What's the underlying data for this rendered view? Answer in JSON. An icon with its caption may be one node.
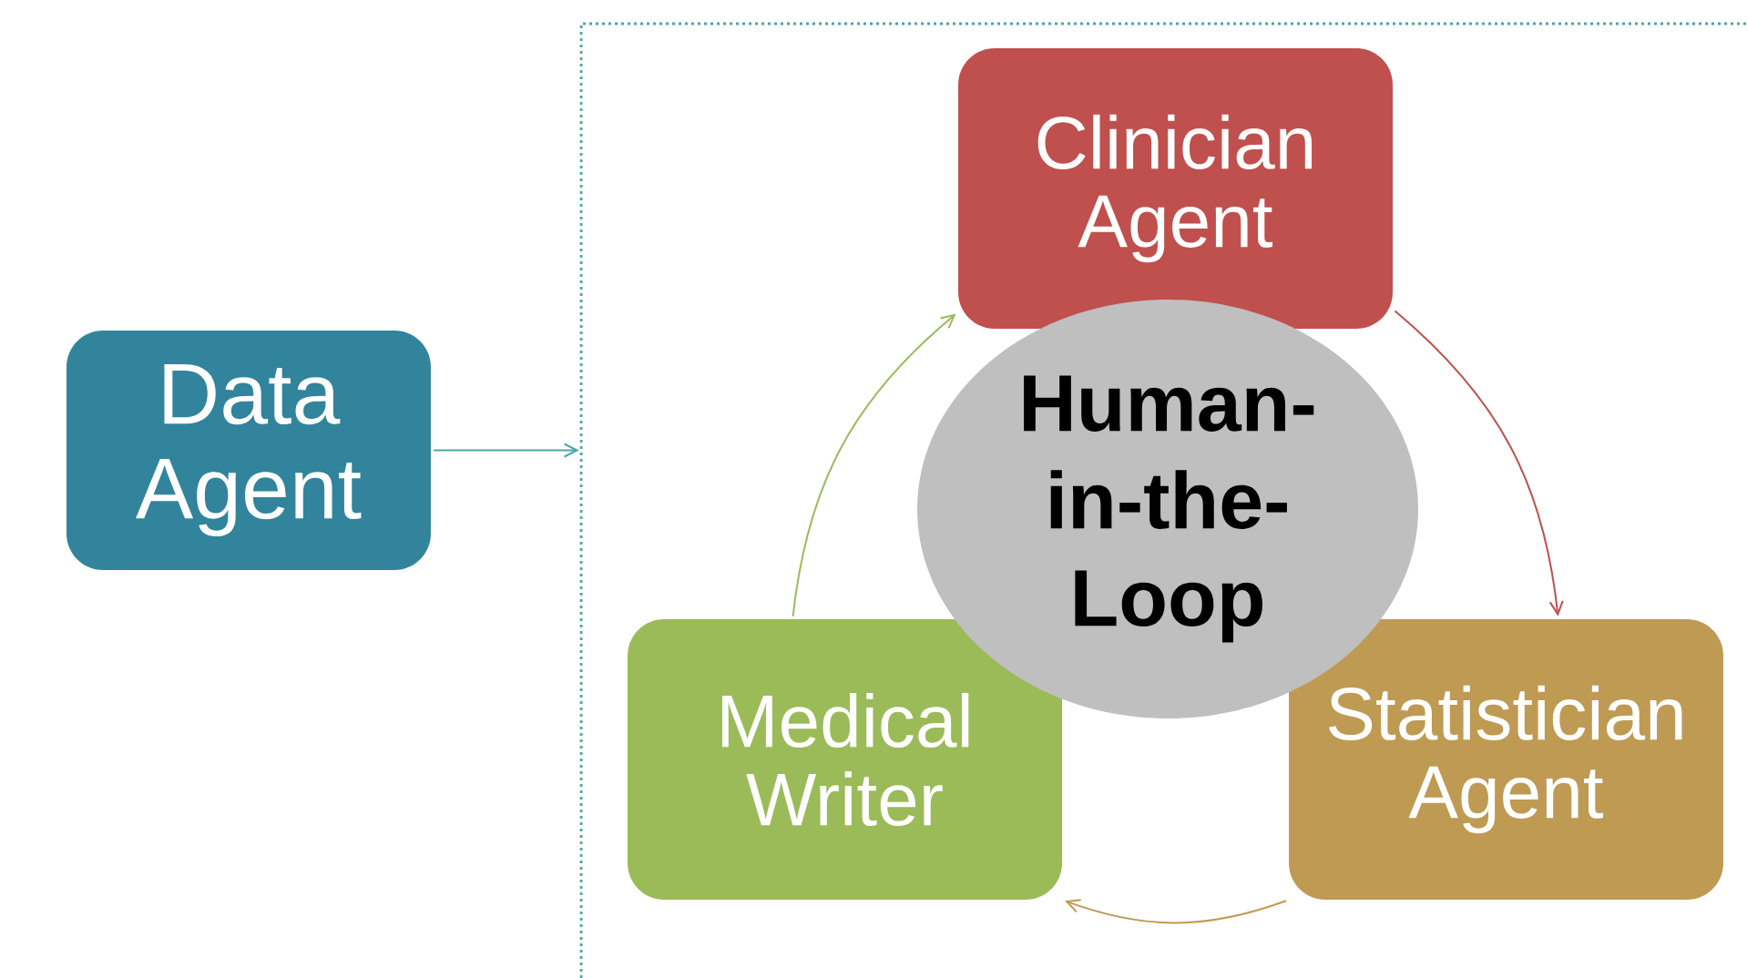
{
  "diagram": {
    "nodes": [
      {
        "text": [
          "Data Agent"
        ]
      },
      {
        "text": [],
        "shape": "box"
      },
      {
        "text": [
          "Clinician Agent"
        ],
        "in": 1
      },
      {
        "text": [
          "Human-in-the-Loop"
        ],
        "in": 1
      },
      {
        "text": [
          "Medical Writer"
        ],
        "in": 1
      },
      {
        "text": [
          "Statistician Agent"
        ],
        "in": 1
      }
    ],
    "edges": [
      {
        "from": 0,
        "to": 1,
        "arrow": "to",
        "color": "#4aa8a5"
      },
      {
        "from": 2,
        "to": 5,
        "arrow": "to",
        "color": "#c0504d"
      },
      {
        "from": 5,
        "to": 4,
        "arrow": "to",
        "color": "#bf9a53"
      },
      {
        "from": 4,
        "to": 2,
        "arrow": "to",
        "color": "#9bbb59"
      }
    ]
  }
}
